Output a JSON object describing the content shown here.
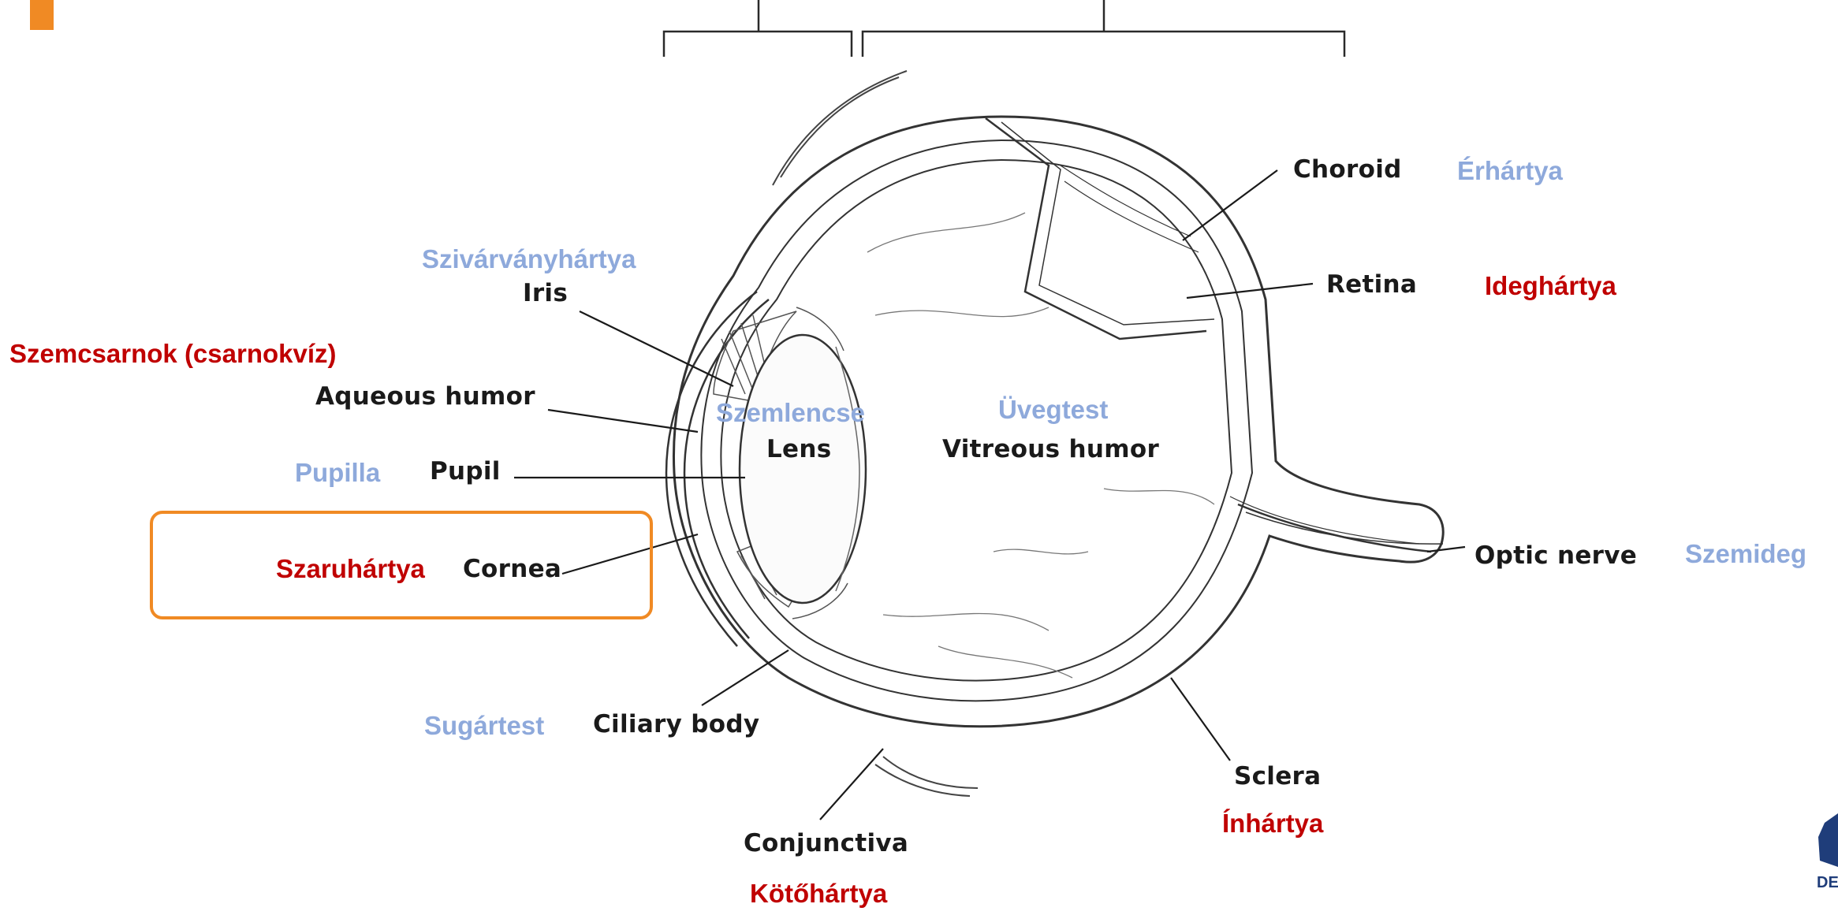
{
  "colors": {
    "accent": "#f08a24",
    "hungarian_blue": "#8ea9db",
    "hungarian_red": "#c00000",
    "english": "#1a1a1a"
  },
  "labels": {
    "szemcsarnok": "Szemcsarnok (csarnokvíz)",
    "szivarvanyhartya": "Szivárványhártya",
    "iris": "Iris",
    "aqueous_humor": "Aqueous humor",
    "szemlencse": "Szemlencse",
    "lens": "Lens",
    "uvegtest": "Üvegtest",
    "vitreous_humor": "Vitreous humor",
    "pupilla": "Pupilla",
    "pupil": "Pupil",
    "szaruhartya": "Szaruhártya",
    "cornea": "Cornea",
    "sugartest": "Sugártest",
    "ciliary_body": "Ciliary body",
    "conjunctiva": "Conjunctiva",
    "kotohartya": "Kötőhártya",
    "sclera": "Sclera",
    "inhartya": "Ínhártya",
    "choroid": "Choroid",
    "erhartya": "Érhártya",
    "retina": "Retina",
    "ideghartya": "Ideghártya",
    "optic_nerve": "Optic nerve",
    "szemideg": "Szemideg"
  },
  "logo": {
    "text": "DE"
  }
}
